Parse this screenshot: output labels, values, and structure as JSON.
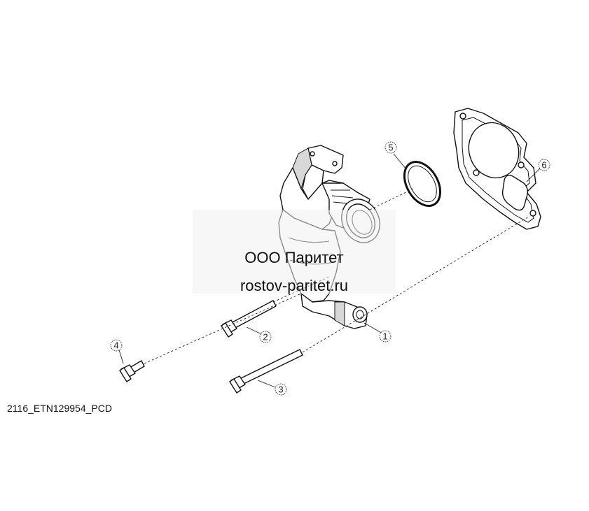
{
  "drawing_id": "2116_ETN129954_PCD",
  "watermark": {
    "company": "ООО Паритет",
    "website": "rostov-paritet.ru"
  },
  "callouts": [
    {
      "number": "1",
      "part": "water-outlet-housing"
    },
    {
      "number": "2",
      "part": "bolt-medium"
    },
    {
      "number": "3",
      "part": "bolt-long"
    },
    {
      "number": "4",
      "part": "bolt-short"
    },
    {
      "number": "5",
      "part": "o-ring-seal"
    },
    {
      "number": "6",
      "part": "gasket"
    }
  ],
  "colors": {
    "line": "#111111",
    "background": "#ffffff"
  }
}
